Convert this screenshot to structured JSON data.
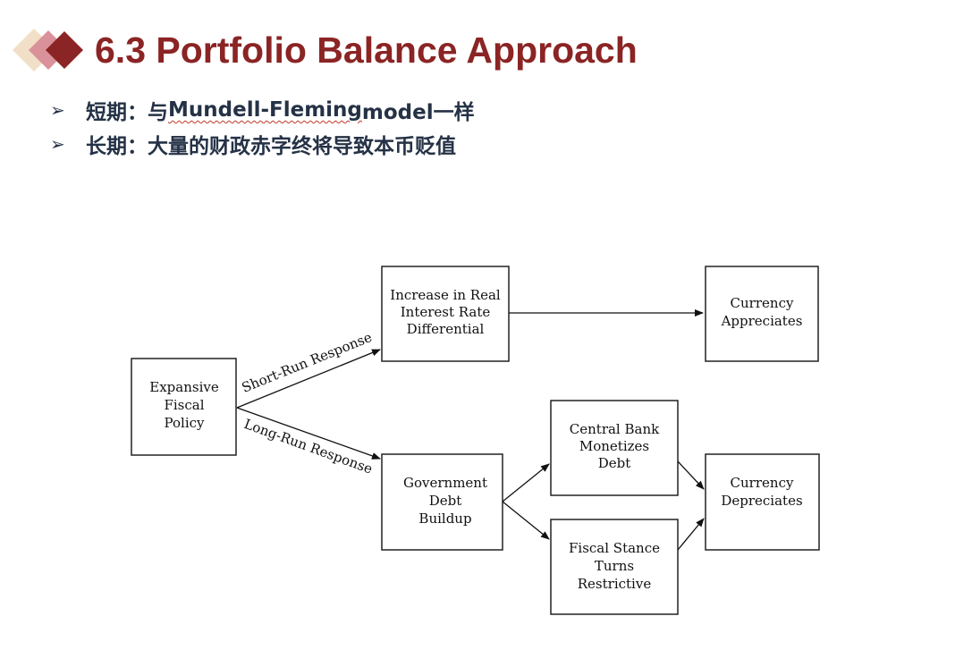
{
  "slide": {
    "title": "6.3 Portfolio Balance Approach",
    "bullets": [
      {
        "marker": "➢",
        "prefix": "短期：与",
        "term": "Mundell-Fleming",
        "suffix": " model一样"
      },
      {
        "marker": "➢",
        "text": "长期：大量的财政赤字终将导致本币贬值"
      }
    ],
    "colors": {
      "title": "#8b2424",
      "body_text": "#253246",
      "logo_dark": "#8b2424",
      "logo_mid": "#d9919a",
      "logo_light": "#f1dfc8"
    }
  },
  "diagram": {
    "nodes": {
      "policy": [
        "Expansive",
        "Fiscal",
        "Policy"
      ],
      "interest": [
        "Increase in Real",
        "Interest Rate",
        "Differential"
      ],
      "appreciates": [
        "Currency",
        "Appreciates"
      ],
      "debt": [
        "Government",
        "Debt",
        "Buildup"
      ],
      "monetizes": [
        "Central Bank",
        "Monetizes",
        "Debt"
      ],
      "restrictive": [
        "Fiscal Stance",
        "Turns",
        "Restrictive"
      ],
      "depreciates": [
        "Currency",
        "Depreciates"
      ]
    },
    "edge_labels": {
      "short_run": "Short-Run Response",
      "long_run": "Long-Run Response"
    }
  }
}
